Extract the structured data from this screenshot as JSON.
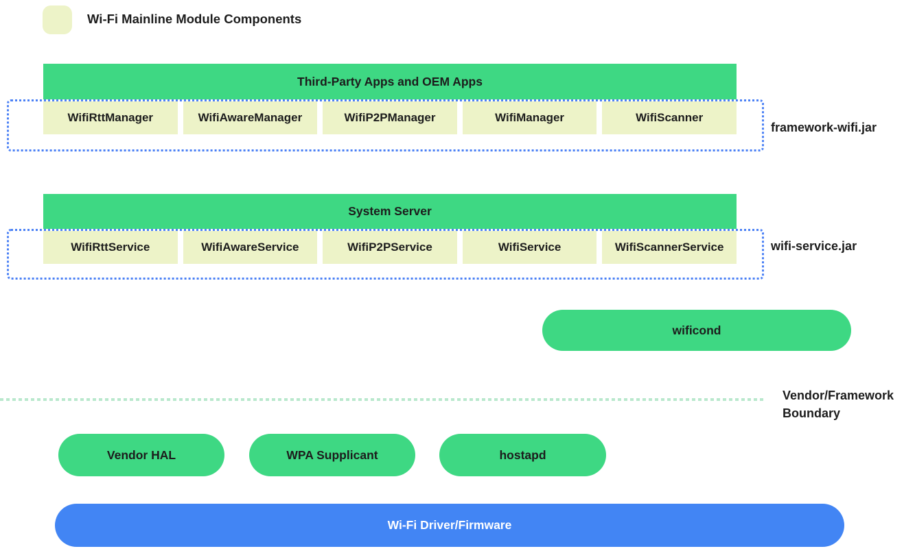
{
  "colors": {
    "green": "#3ed883",
    "light_yellow": "#edf3c8",
    "blue": "#4285f4",
    "dotted_border_blue": "#4a80f5",
    "boundary_line_green": "#b9e8cd",
    "text": "#1c1c1c",
    "driver_text": "#ffffff"
  },
  "legend": {
    "swatch": "mainline-module-swatch",
    "label": "Wi-Fi Mainline Module Components"
  },
  "groups": [
    {
      "header": "Third-Party Apps and OEM Apps",
      "items": [
        "WifiRttManager",
        "WifiAwareManager",
        "WifiP2PManager",
        "WifiManager",
        "WifiScanner"
      ],
      "side_label": "framework-wifi.jar"
    },
    {
      "header": "System Server",
      "items": [
        "WifiRttService",
        "WifiAwareService",
        "WifiP2PService",
        "WifiService",
        "WifiScannerService"
      ],
      "side_label": "wifi-service.jar"
    }
  ],
  "wificond": {
    "label": "wificond"
  },
  "boundary": {
    "label": "Vendor/Framework Boundary"
  },
  "vendor_pills": [
    {
      "label": "Vendor HAL"
    },
    {
      "label": "WPA Supplicant"
    },
    {
      "label": "hostapd"
    }
  ],
  "driver_bar": {
    "label": "Wi-Fi Driver/Firmware"
  }
}
